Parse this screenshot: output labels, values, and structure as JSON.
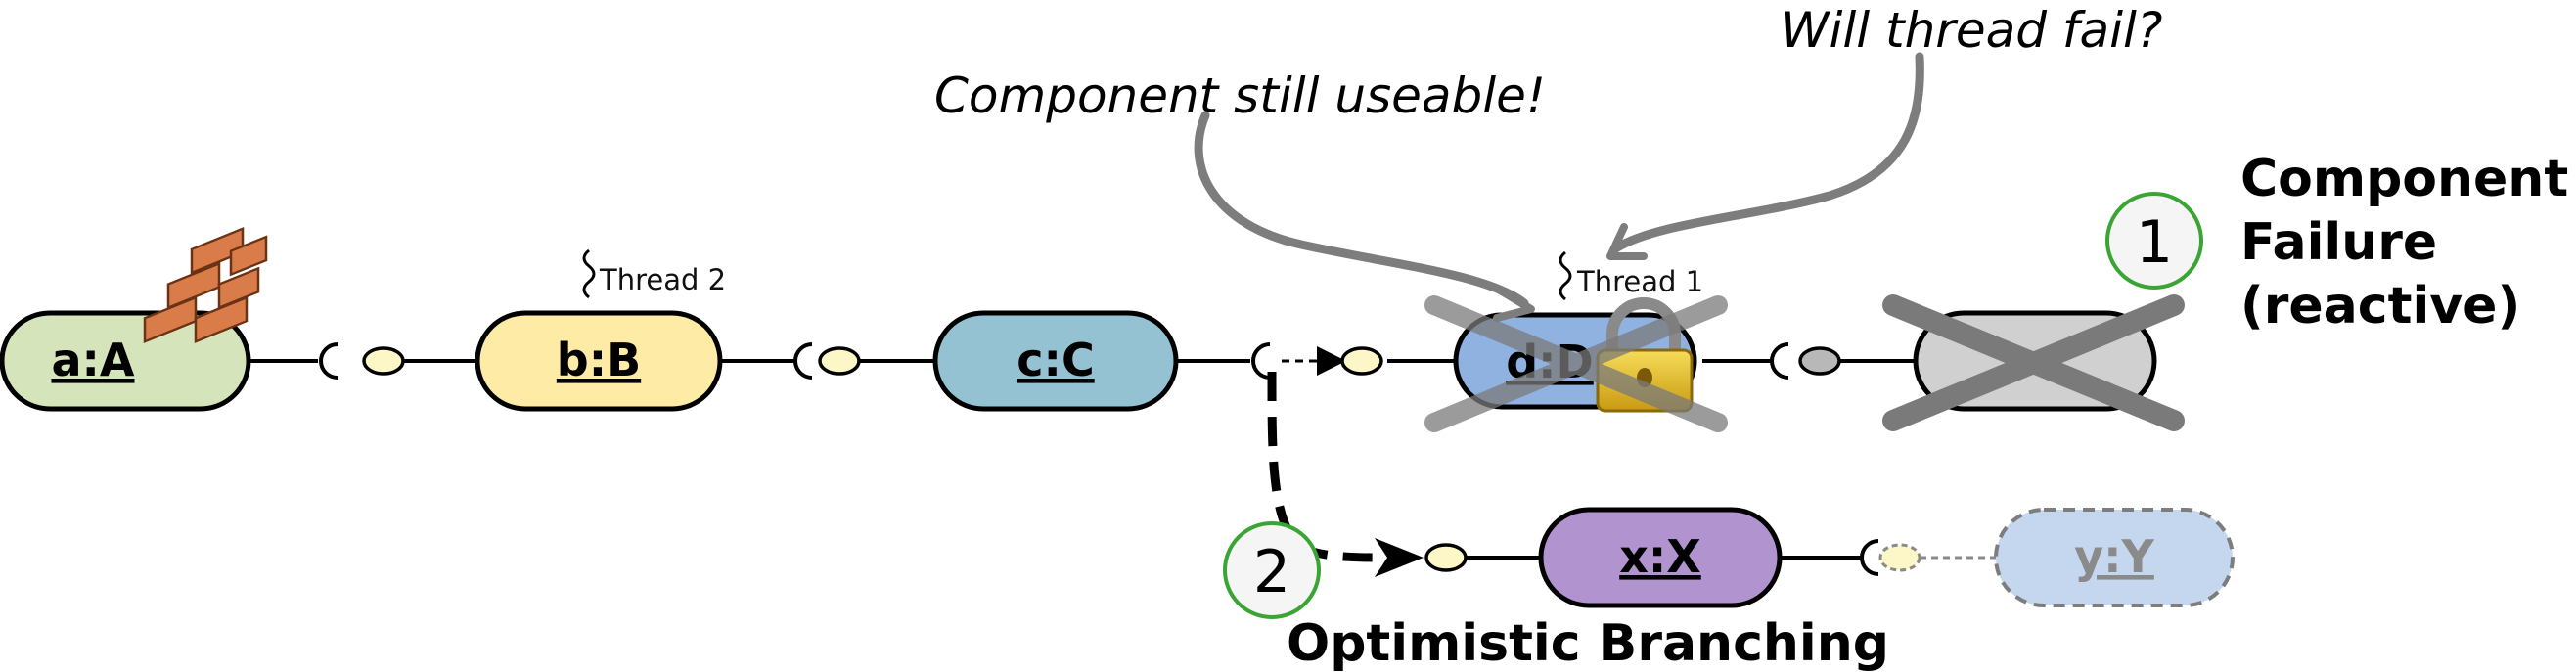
{
  "components": {
    "a": {
      "label": "a:A",
      "fill": "#d6e4bc"
    },
    "b": {
      "label": "b:B",
      "fill": "#fdeba6"
    },
    "c": {
      "label": "c:C",
      "fill": "#94c2d3"
    },
    "d": {
      "label": "d:D",
      "fill": "#8fb2e0"
    },
    "x": {
      "label": "x:X",
      "fill": "#b193cf"
    },
    "y": {
      "label": "y:Y",
      "fill": "#c5d6ef"
    }
  },
  "threads": {
    "thread2": "Thread 2",
    "thread1": "Thread 1"
  },
  "annotations": {
    "still_useable": "Component still useable!",
    "will_fail": "Will thread fail?"
  },
  "markers": {
    "one": "1",
    "two": "2"
  },
  "titles": {
    "failure_line1": "Component",
    "failure_line2": "Failure",
    "failure_line3": "(reactive)",
    "branching": "Optimistic Branching"
  },
  "colors": {
    "marker_ring": "#3aa535",
    "cross": "#7a7a7a",
    "failed_fill": "#d0d0d0",
    "port_fill": "#fdf6c6",
    "brick": "#d97c4a",
    "lock": "#e8c22a"
  }
}
